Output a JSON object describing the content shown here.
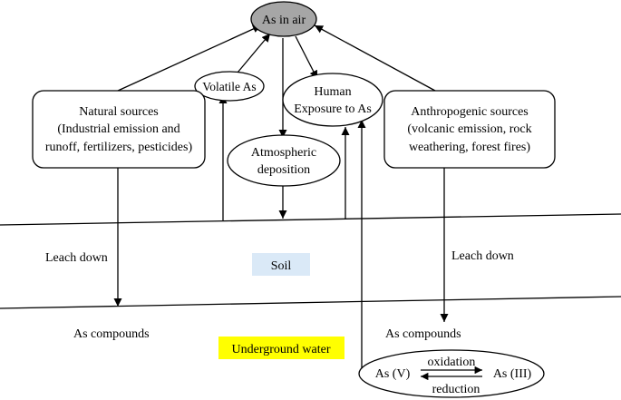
{
  "nodes": {
    "as_in_air": "As in air",
    "volatile_as": "Volatile As",
    "human_exposure": [
      "Human",
      "Exposure to As"
    ],
    "atmospheric_deposition": [
      "Atmospheric",
      "deposition"
    ],
    "natural_sources": [
      "Natural sources",
      "(Industrial emission and",
      "runoff, fertilizers, pesticides)"
    ],
    "anthropogenic_sources": [
      "Anthropogenic sources",
      "(volcanic emission, rock",
      "weathering, forest fires)"
    ]
  },
  "labels": {
    "leach_down_left": "Leach down",
    "leach_down_right": "Leach down",
    "as_compounds_left": "As compounds",
    "as_compounds_right": "As compounds",
    "soil": "Soil",
    "underground_water": "Underground water"
  },
  "redox": {
    "as_v": "As (V)",
    "as_iii": "As (III)",
    "oxidation": "oxidation",
    "reduction": "reduction"
  },
  "colors": {
    "as_in_air_fill": "#a6a6a6",
    "soil_highlight": "#dae9f7",
    "water_highlight": "#ffff00"
  }
}
